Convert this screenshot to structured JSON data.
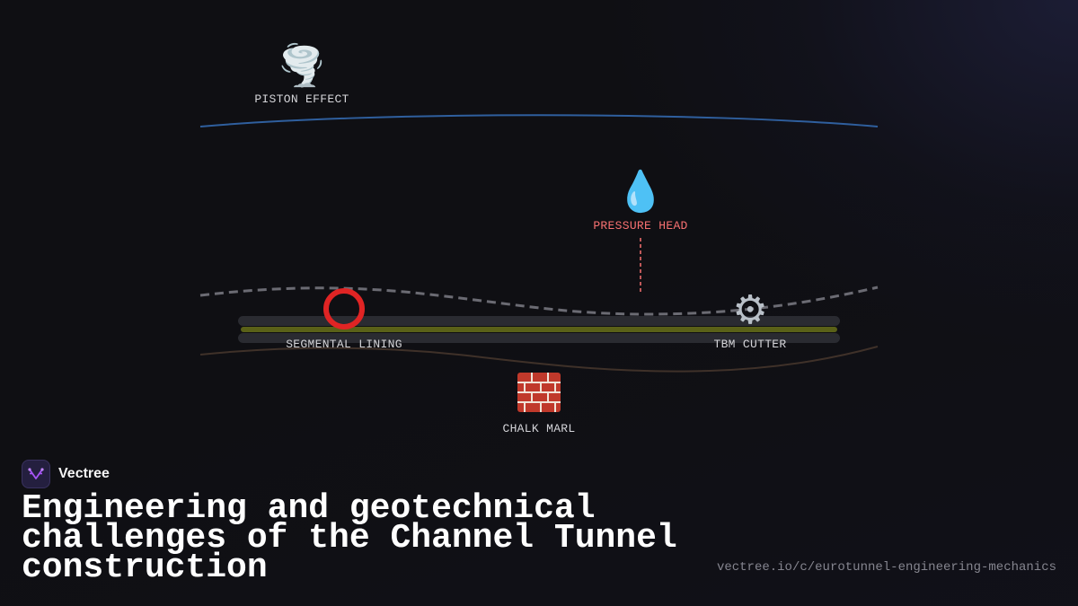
{
  "diagram": {
    "labels": {
      "piston_effect": "PISTON EFFECT",
      "pressure_head": "PRESSURE HEAD",
      "segmental_lining": "SEGMENTAL LINING",
      "tbm_cutter": "TBM CUTTER",
      "chalk_marl": "CHALK MARL"
    },
    "icons": {
      "piston_effect": "tornado-icon",
      "pressure_head": "water-droplet-icon",
      "segmental_lining": "ring-icon",
      "tbm_cutter": "gear-icon",
      "chalk_marl": "brick-icon"
    },
    "colors": {
      "sea_surface": "#2f5f9e",
      "seabed": "#6b6b73",
      "strata": "#3f3129",
      "tunnel_wall": "#2a2b31",
      "tunnel_core": "#5a6118",
      "pressure_line": "#f87171"
    }
  },
  "brand": {
    "name": "Vectree",
    "logo": "vectree-logo-icon",
    "accent": "#a855f7"
  },
  "title": "Engineering and geotechnical challenges of the Channel Tunnel construction",
  "url": "vectree.io/c/eurotunnel-engineering-mechanics"
}
